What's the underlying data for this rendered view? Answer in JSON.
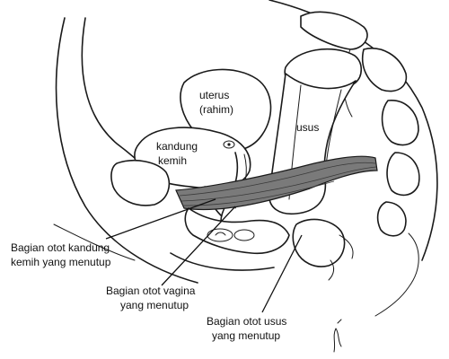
{
  "labels": {
    "uterus_line1": "uterus",
    "uterus_line2": "(rahim)",
    "bowel": "usus",
    "bladder_line1": "kandung",
    "bladder_line2": "kemih",
    "bladder_muscle_line1": "Bagian otot kandung",
    "bladder_muscle_line2": "kemih yang menutup",
    "vagina_muscle_line1": "Bagian otot vagina",
    "vagina_muscle_line2": "yang menutup",
    "bowel_muscle_line1": "Bagian otot usus",
    "bowel_muscle_line2": "yang menutup"
  },
  "colors": {
    "line": "#1a1a1a",
    "muscle": "#777777",
    "background": "#ffffff"
  }
}
